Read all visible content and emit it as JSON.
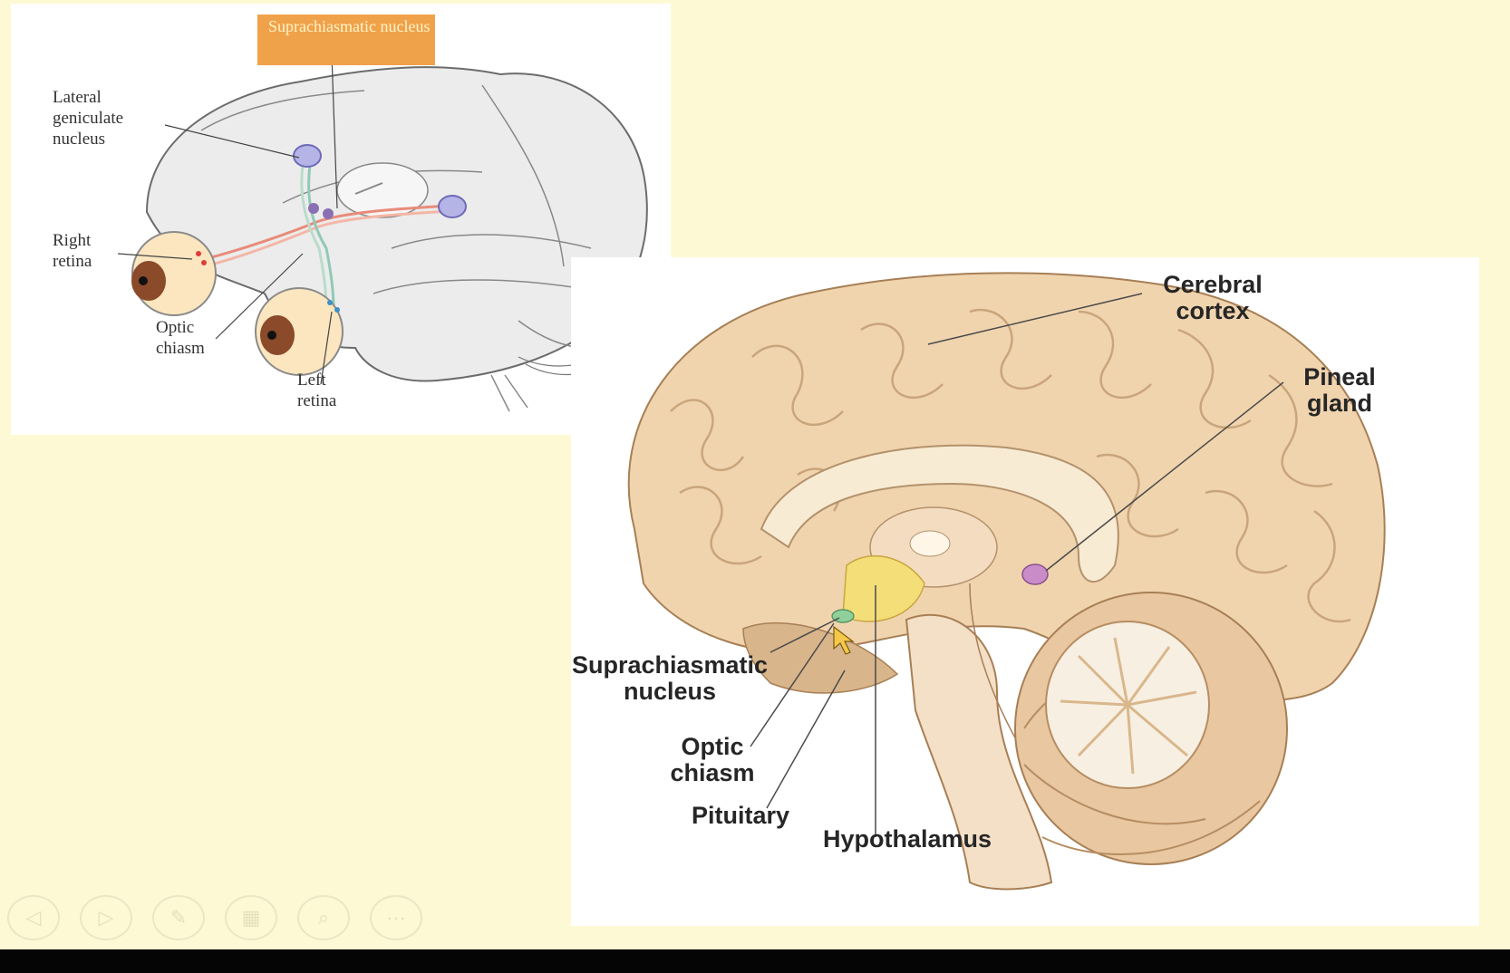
{
  "left_figure": {
    "highlight_label": "Suprachiasmatic nucleus",
    "labels": {
      "lateral_geniculate": "Lateral geniculate nucleus",
      "right_retina": "Right retina",
      "optic_chiasm": "Optic chiasm",
      "left_retina": "Left retina"
    }
  },
  "right_figure": {
    "labels": {
      "cerebral_cortex": "Cerebral cortex",
      "pineal_gland": "Pineal gland",
      "suprachiasmatic": "Suprachiasmatic nucleus",
      "optic_chiasm": "Optic chiasm",
      "pituitary": "Pituitary",
      "hypothalamus": "Hypothalamus"
    }
  },
  "controls": [
    {
      "name": "previous-slide",
      "icon": "◁"
    },
    {
      "name": "next-slide",
      "icon": "▷"
    },
    {
      "name": "pen",
      "icon": "✎"
    },
    {
      "name": "slide-sorter",
      "icon": "▦"
    },
    {
      "name": "zoom",
      "icon": "⌕"
    },
    {
      "name": "more-options",
      "icon": "···"
    }
  ],
  "colors": {
    "slide_background": "#fdf9d4",
    "highlight": "#f0a24a",
    "brain": "#f0d4ae",
    "hypothalamus": "#f4de78",
    "pineal": "#c98cc8"
  }
}
